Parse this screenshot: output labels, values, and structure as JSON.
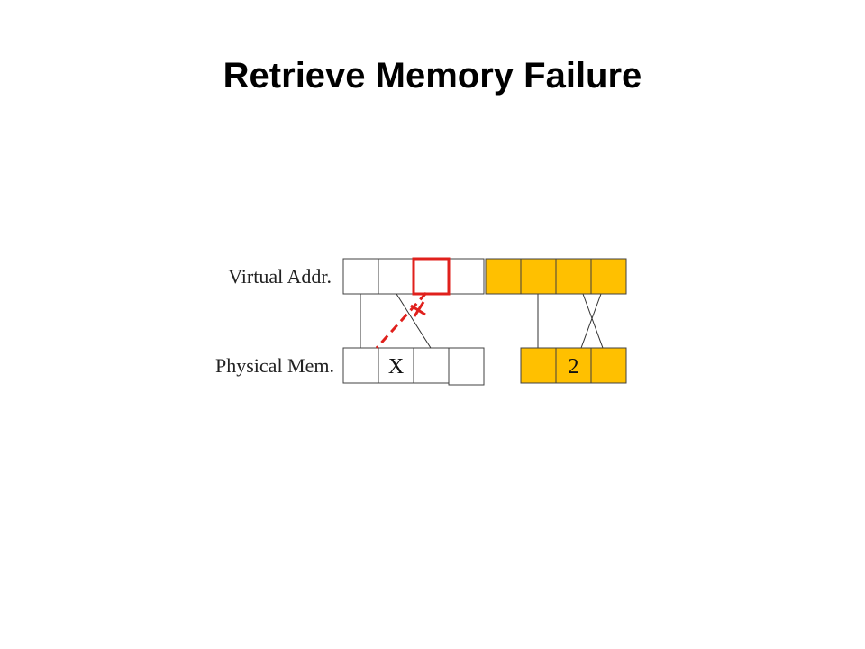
{
  "title": "Retrieve Memory Failure",
  "diagram": {
    "rows": {
      "virtual": {
        "label": "Virtual Addr.",
        "cells": [
          {
            "text": "",
            "fill": "white",
            "highlight": false
          },
          {
            "text": "",
            "fill": "white",
            "highlight": false
          },
          {
            "text": "",
            "fill": "white",
            "highlight": true
          },
          {
            "text": "",
            "fill": "white",
            "highlight": false
          },
          {
            "text": "",
            "fill": "gold",
            "highlight": false
          },
          {
            "text": "",
            "fill": "gold",
            "highlight": false
          },
          {
            "text": "",
            "fill": "gold",
            "highlight": false
          },
          {
            "text": "",
            "fill": "gold",
            "highlight": false
          }
        ]
      },
      "physical": {
        "label": "Physical Mem.",
        "cells": [
          {
            "text": "",
            "fill": "white"
          },
          {
            "text": "X",
            "fill": "white"
          },
          {
            "text": "",
            "fill": "white"
          },
          {
            "text": "",
            "fill": "white"
          },
          {
            "text": "",
            "fill": "gold"
          },
          {
            "text": "2",
            "fill": "gold"
          },
          {
            "text": "",
            "fill": "gold"
          }
        ]
      }
    },
    "mappings": [
      {
        "from": 0,
        "to": 0,
        "failed": false
      },
      {
        "from": 1,
        "to": 2,
        "failed": false
      },
      {
        "from": 2,
        "to": 1,
        "failed": true
      },
      {
        "from": 5,
        "to": 4,
        "failed": false
      },
      {
        "from": 6,
        "to": 6,
        "failed": false
      },
      {
        "from": 7,
        "to": 5,
        "failed": false
      }
    ],
    "colors": {
      "white": "#ffffff",
      "gold": "#ffc000",
      "stroke": "#404040",
      "failure": "#e0201c",
      "line": "#303030"
    }
  }
}
